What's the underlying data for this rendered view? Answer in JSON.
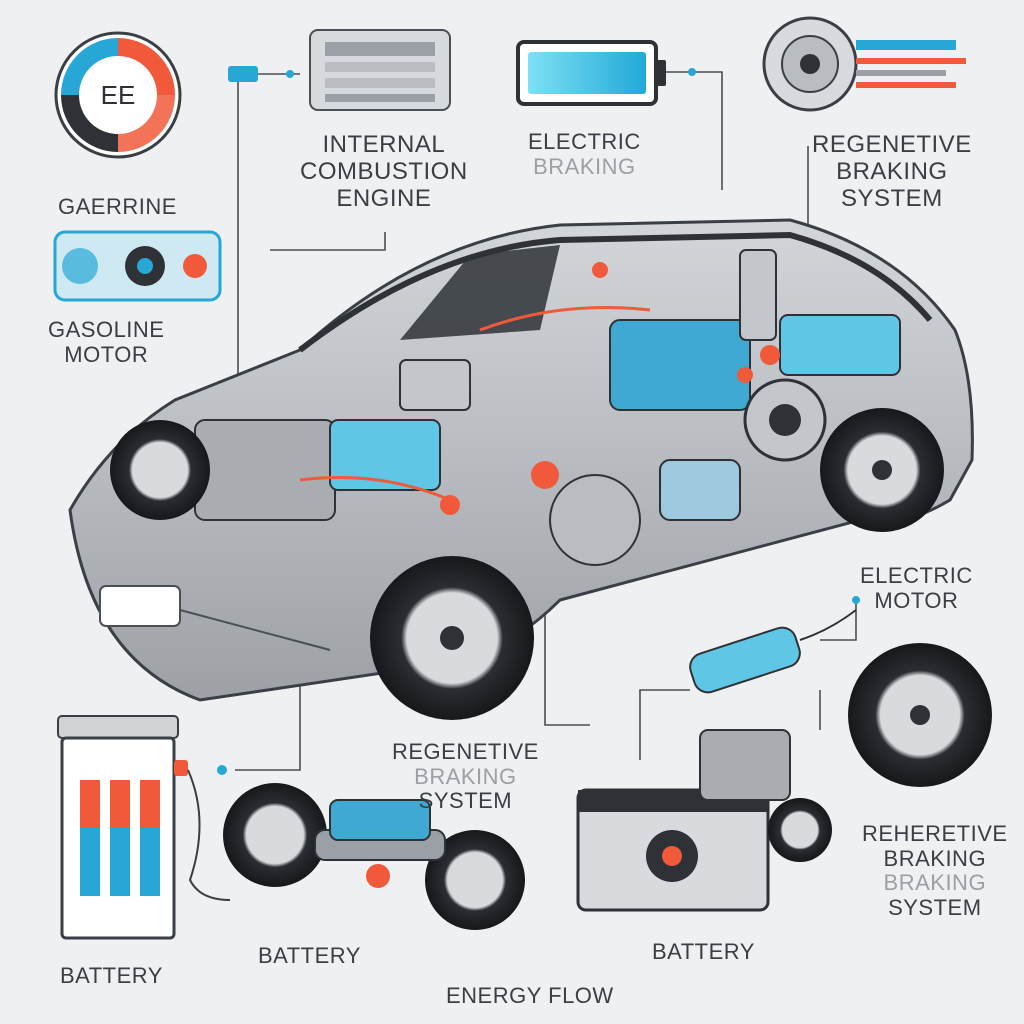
{
  "labels": {
    "gaerrine": "GAERRINE",
    "gasoline_motor": [
      "GASOLINE",
      "MOTOR"
    ],
    "ice": [
      "INTERNAL",
      "COMBUSTION",
      "ENGINE"
    ],
    "electric_braking": [
      "ELECTRIC",
      "BRAKING"
    ],
    "regen_top": [
      "REGENETIVE",
      "BRAKING",
      "SYSTEM"
    ],
    "electric_motor": [
      "ELECTRIC",
      "MOTOR"
    ],
    "regen_middle": [
      "REGENETIVE",
      "BRAKING",
      "SYSTEM"
    ],
    "regen_bottom": [
      "REHERETIVE",
      "BRAKING",
      "BRAKING",
      "SYSTEM"
    ],
    "battery_left": "BATTERY",
    "battery_center": "BATTERY",
    "battery_right": "BATTERY",
    "energy_flow": "ENERGY FLOW",
    "gauge_glyph": "EE"
  },
  "colors": {
    "accent_blue": "#27a7d6",
    "accent_orange": "#f05a3a",
    "body_grey": "#b9bcc0",
    "dark": "#2e3237",
    "line": "#4a4f55"
  }
}
